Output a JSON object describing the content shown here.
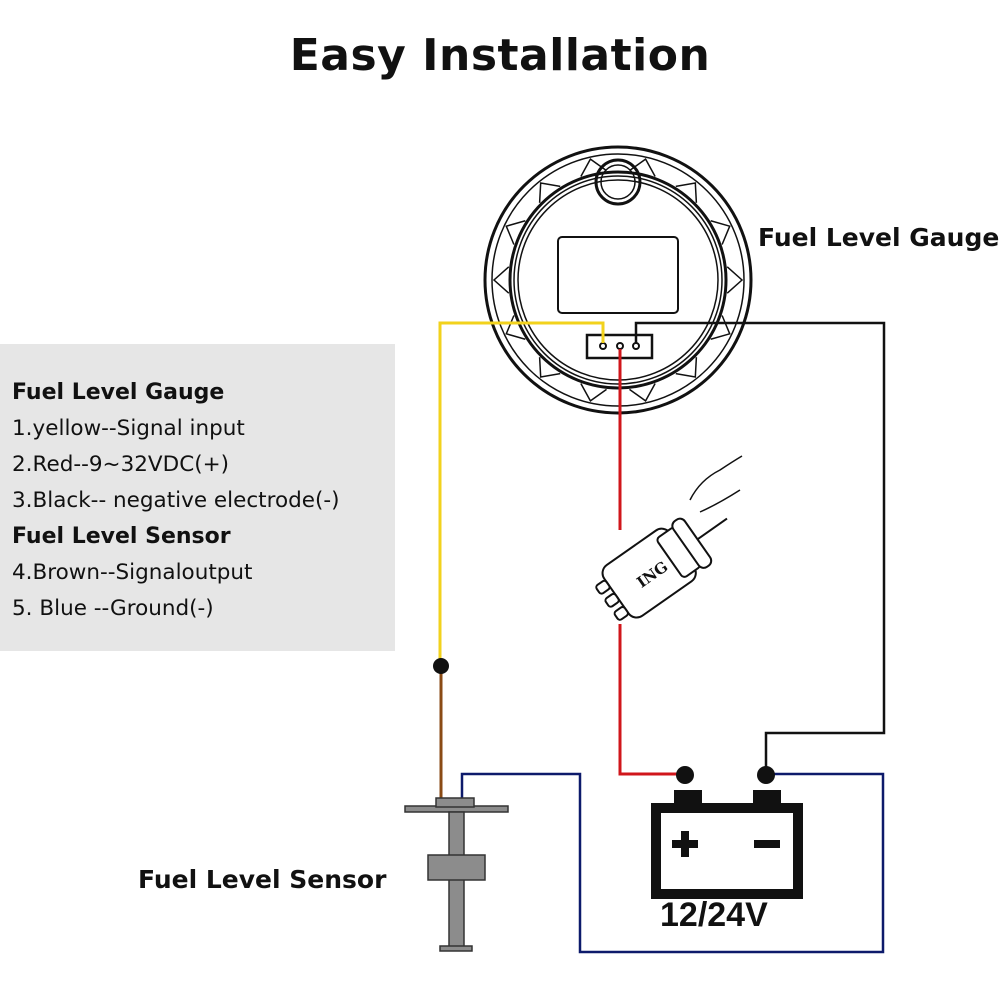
{
  "title": "Easy Installation",
  "labels": {
    "gauge": "Fuel Level Gauge",
    "sensor": "Fuel Level Sensor",
    "battery_voltage": "12/24V",
    "ignition_switch": "ING",
    "battery_plus": "+",
    "battery_minus": "−"
  },
  "legend": {
    "sections": [
      {
        "heading": "Fuel Level Gauge",
        "items": [
          "1.yellow--Signal input",
          "2.Red--9~32VDC(+)",
          "3.Black-- negative electrode(-)"
        ]
      },
      {
        "heading": "Fuel Level Sensor",
        "items": [
          "4.Brown--Signaloutput",
          "5. Blue --Ground(-)"
        ]
      }
    ]
  },
  "wires": {
    "yellow": {
      "color": "#f2d21c",
      "role": "Signal input"
    },
    "red": {
      "color": "#d0161b",
      "role": "9~32VDC(+)"
    },
    "black": {
      "color": "#111111",
      "role": "negative electrode(-)"
    },
    "brown": {
      "color": "#8a4a14",
      "role": "Signal output"
    },
    "blue": {
      "color": "#0d1a6b",
      "role": "Ground(-)"
    }
  },
  "colors": {
    "legend_bg": "#e6e6e6",
    "sensor_gray": "#8c8c8c"
  }
}
